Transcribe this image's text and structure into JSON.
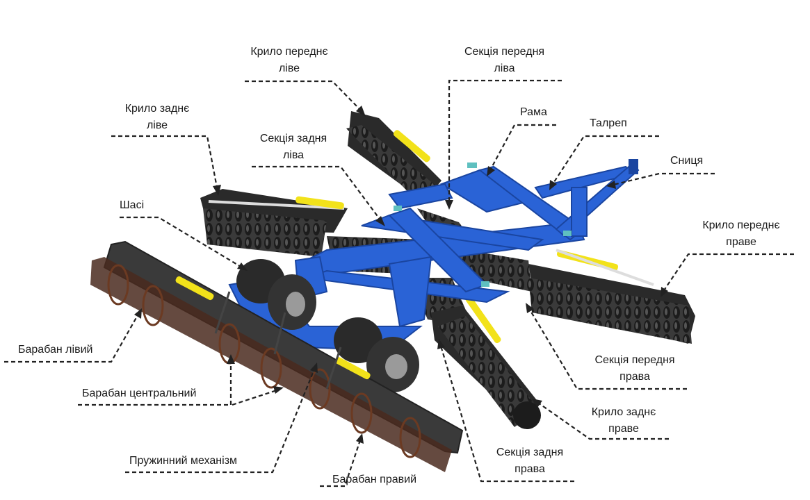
{
  "labels": {
    "krylo_perednie_live": [
      "Крило переднє",
      "ліве"
    ],
    "sektsiia_perednia_liva": [
      "Секція передня",
      "ліва"
    ],
    "krylo_zadnie_live": [
      "Крило заднє",
      "ліве"
    ],
    "rama": "Рама",
    "talrep": "Талреп",
    "sektsiia_zadnia_liva": [
      "Секція задня",
      "ліва"
    ],
    "snytsia": "Сниця",
    "shasi": "Шасі",
    "krylo_perednie_prave": [
      "Крило переднє",
      "праве"
    ],
    "baraban_livyi": "Барабан лівий",
    "sektsiia_perednia_prava": [
      "Секція передня",
      "права"
    ],
    "baraban_tsentralnyi": "Барабан центральний",
    "krylo_zadnie_prave": [
      "Крило заднє",
      "праве"
    ],
    "sektsiia_zadnia_prava": [
      "Секція задня",
      "права"
    ],
    "pruzhynnyi_mekhanizm": "Пружинний механізм",
    "baraban_pravyi": "Барабан правий"
  },
  "colors": {
    "frame": "#2a63d6",
    "frame_dark": "#1a45a0",
    "discs": "#2b2b2b",
    "cylinder": "#f2e21a",
    "leader": "#222222"
  }
}
